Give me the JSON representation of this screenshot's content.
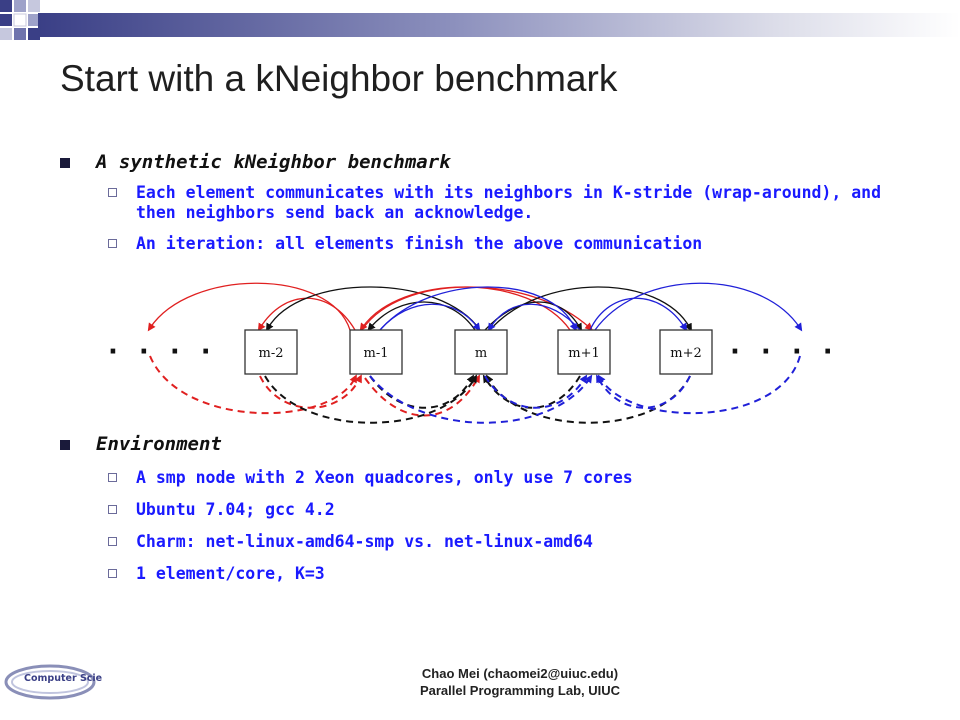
{
  "slide": {
    "title": "Start with a kNeighbor benchmark",
    "section1": {
      "heading": "A synthetic kNeighbor benchmark",
      "items": [
        "Each element communicates with its neighbors in K-stride (wrap-around), and then neighbors send back an acknowledge.",
        "An iteration: all elements finish the above communication"
      ]
    },
    "diagram": {
      "nodes": [
        "m-2",
        "m-1",
        "m",
        "m+1",
        "m+2"
      ],
      "left_dots": "· · · ·",
      "right_dots": "· · · ·",
      "colors": {
        "red": "#e02020",
        "black": "#111111",
        "blue": "#2020d8"
      }
    },
    "section2": {
      "heading": "Environment",
      "items": [
        "A smp node with 2 Xeon quadcores, only use 7 cores",
        "Ubuntu 7.04; gcc 4.2",
        "Charm: net-linux-amd64-smp vs. net-linux-amd64",
        "1 element/core, K=3"
      ]
    },
    "footer": {
      "line1": "Chao Mei (chaomei2@uiuc.edu)",
      "line2": "Parallel Programming Lab, UIUC"
    },
    "logo": {
      "text": "Computer Science"
    }
  }
}
